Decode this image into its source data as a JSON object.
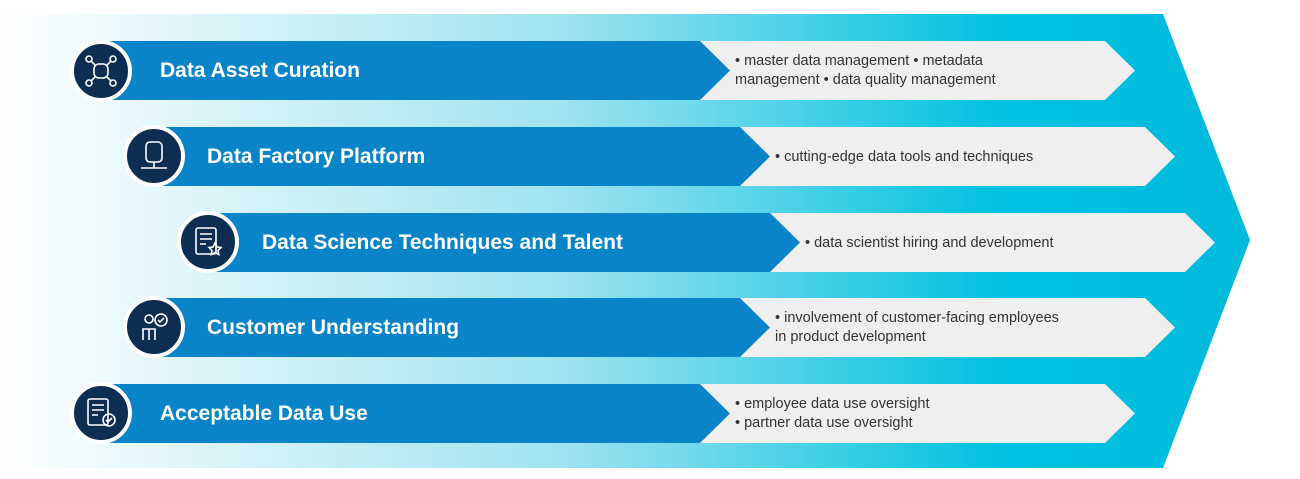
{
  "colors": {
    "chevron_start": "#ffffff",
    "chevron_end": "#00bcdf",
    "bar": "#0a84c9",
    "circle": "#0e2d52",
    "desc_bg": "#efefef"
  },
  "rows": [
    {
      "title": "Data Asset Curation",
      "icon": "network-nodes-icon",
      "desc": [
        "• master data management • metadata",
        "management • data quality management"
      ]
    },
    {
      "title": "Data Factory Platform",
      "icon": "database-server-icon",
      "desc": [
        "• cutting-edge data tools and techniques"
      ]
    },
    {
      "title": "Data Science Techniques and Talent",
      "icon": "document-star-icon",
      "desc": [
        "• data scientist hiring and development"
      ]
    },
    {
      "title": "Customer Understanding",
      "icon": "person-check-icon",
      "desc": [
        "• involvement of customer-facing employees",
        "in product development"
      ]
    },
    {
      "title": "Acceptable Data Use",
      "icon": "list-check-icon",
      "desc": [
        "• employee data use oversight",
        "• partner data use oversight"
      ]
    }
  ]
}
